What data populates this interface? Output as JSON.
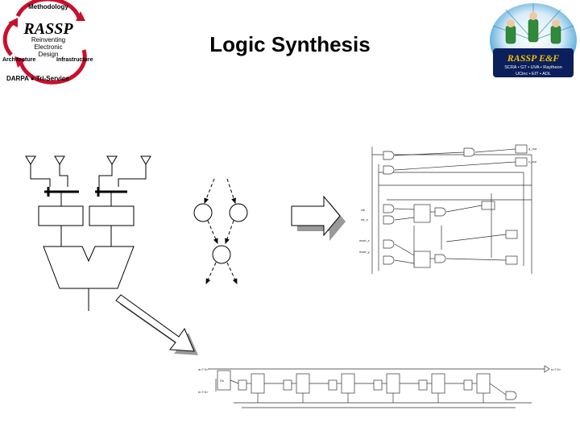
{
  "slide": {
    "title": "Logic Synthesis"
  },
  "logo_left": {
    "top_label": "Methodology",
    "name": "RASSP",
    "line1": "Reinventing",
    "line2": "Electronic",
    "line3": "Design",
    "left_label": "Architecture",
    "right_label": "Infrastructure",
    "footer": "DARPA ● Tri-Service"
  },
  "logo_right": {
    "name": "RASSP E&F",
    "line1": "SCRA • GT • UVA • Raytheon",
    "line2": "UCinc • EIT • ADL"
  },
  "netlist_top": {
    "labels": [
      "clk",
      "rst_n",
      "msel_x",
      "msel_y",
      "q_out",
      "c_out"
    ]
  },
  "netlist_bottom": {
    "in_a": "a<7:0>",
    "in_b": "b<7:0>",
    "out": "s<7:0>",
    "cell": "FA"
  },
  "colors": {
    "arrow_fill": "#ffffff",
    "arrow_shadow": "#9a9a9a",
    "line": "#000000",
    "logo_red": "#c8102e",
    "logo_blue": "#1a3a8a",
    "logo_navy": "#0a1f5c",
    "logo_gold": "#f2c200"
  }
}
